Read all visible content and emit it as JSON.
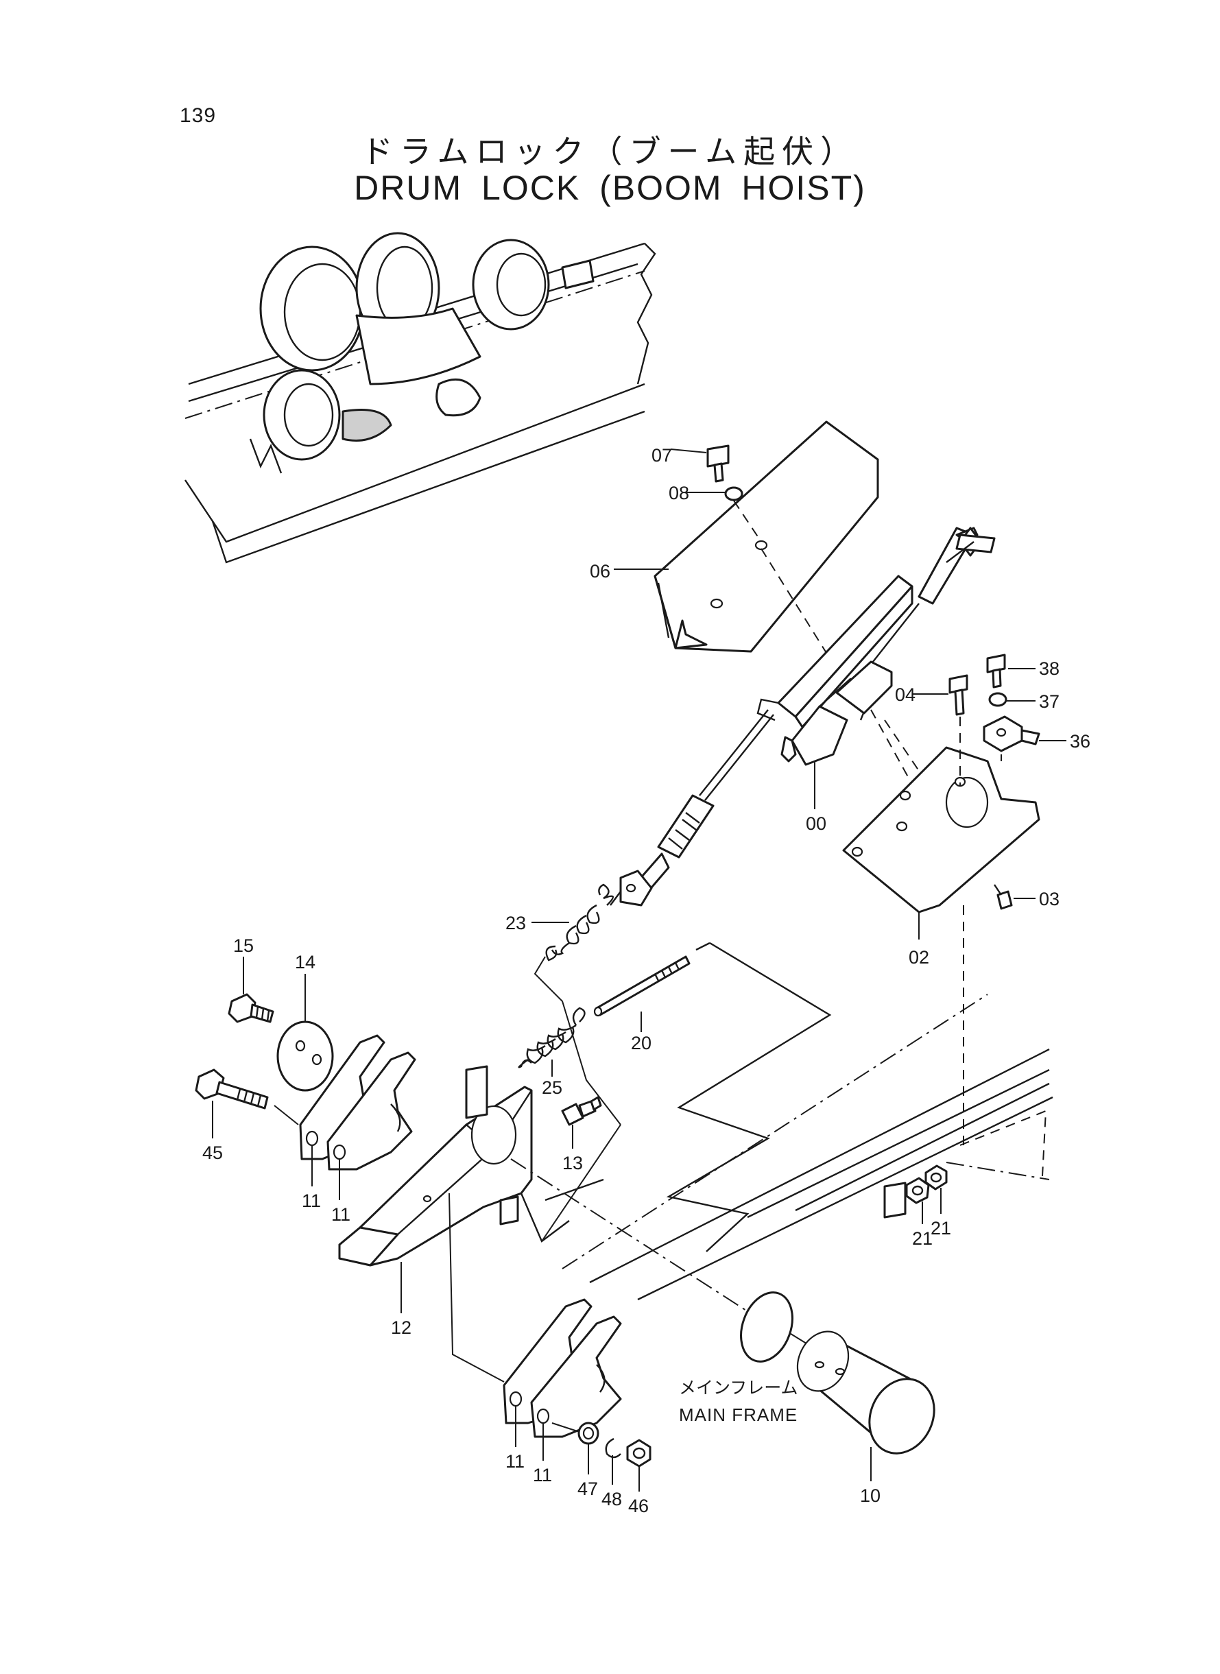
{
  "page": {
    "number": "139"
  },
  "title": {
    "japanese": "ドラムロック（ブーム起伏）",
    "english": "DRUM LOCK (BOOM HOIST)"
  },
  "frame_label": {
    "japanese": "メインフレーム",
    "english": "MAIN FRAME"
  },
  "callouts": {
    "c00": "00",
    "c02": "02",
    "c03": "03",
    "c04": "04",
    "c06": "06",
    "c07": "07",
    "c08": "08",
    "c10": "10",
    "c11a": "11",
    "c11b": "11",
    "c11c": "11",
    "c11d": "11",
    "c12": "12",
    "c13": "13",
    "c14": "14",
    "c15": "15",
    "c20": "20",
    "c21a": "21",
    "c21b": "21",
    "c23": "23",
    "c25": "25",
    "c36": "36",
    "c37": "37",
    "c38": "38",
    "c45": "45",
    "c46": "46",
    "c47": "47",
    "c48": "48"
  }
}
